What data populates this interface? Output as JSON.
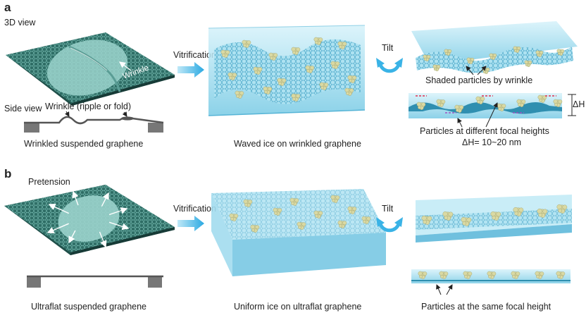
{
  "panels": {
    "a": {
      "letter": "a",
      "view_3d": "3D view",
      "wrinkle": "Wrinkle",
      "side_view": "Side view",
      "wrinkle_type": "Wrinkle (ripple or fold)",
      "caption_left": "Wrinkled suspended graphene",
      "step_vitrification": "Vitrification",
      "caption_mid": "Waved ice on wrinkled graphene",
      "step_tilt": "Tilt",
      "shaded": "Shaded particles by wrinkle",
      "delta_h_symbol": "ΔH",
      "caption_right_1": "Particles at different focal heights",
      "caption_right_2": "ΔH= 10~20 nm"
    },
    "b": {
      "letter": "b",
      "pretension": "Pretension",
      "caption_left": "Ultraflat suspended graphene",
      "step_vitrification": "Vitrification",
      "caption_mid": "Uniform ice on ultraflat graphene",
      "step_tilt": "Tilt",
      "caption_right": "Particles at the same focal height"
    }
  },
  "colors": {
    "graphene": "#2f6e66",
    "graphene_light": "#86c6bd",
    "ice": "#9fdcef",
    "ice_dark": "#56b4d6",
    "particle": "#d9d9a3",
    "arrow": "#3ab3e6",
    "support": "#777777",
    "marker_red": "#e03050",
    "marker_purple": "#a050c0"
  }
}
